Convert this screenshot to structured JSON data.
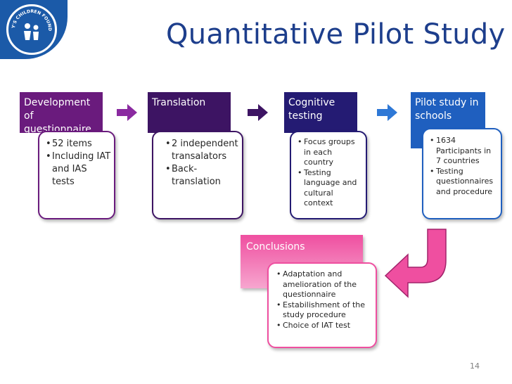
{
  "logo": {
    "text": "NOBODY'S CHILDREN FOUNDATION"
  },
  "title": "Quantitative Pilot Study",
  "page_number": "14",
  "colors": {
    "title": "#1d3e8c",
    "step1": "#6a1b7d",
    "step2": "#3d1463",
    "step3": "#241b73",
    "step4": "#1f5fbf",
    "conclusions": "#ef4fa0",
    "arrow_purple": "#8a2aa0",
    "arrow_blue": "#2e78d6",
    "arrow_pink": "#ef4fa0"
  },
  "steps": [
    {
      "header": "Development of questionnaire",
      "items": [
        "52 items",
        "Including IAT and IAS tests"
      ]
    },
    {
      "header": "Translation",
      "items": [
        "2 independent transalators",
        "Back-translation"
      ]
    },
    {
      "header": "Cognitive testing",
      "items": [
        "Focus groups in each country",
        "Testing language and cultural context"
      ]
    },
    {
      "header": "Pilot study in schools",
      "items": [
        "1634 Participants in 7 countries",
        "Testing questionnaires and procedure"
      ]
    }
  ],
  "conclusions": {
    "header": "Conclusions",
    "items": [
      "Adaptation and amelioration of the questionnaire",
      "Estabilishment of the study procedure",
      "Choice of IAT test"
    ]
  }
}
